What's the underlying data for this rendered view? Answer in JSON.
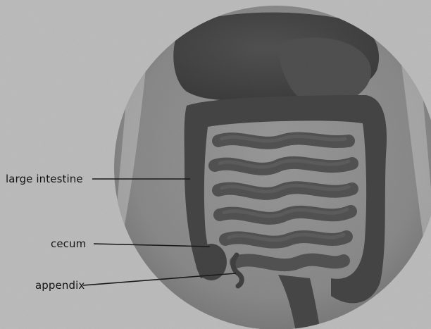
{
  "labels": {
    "large_intestine": "large intestine",
    "cecum": "cecum",
    "appendix": "appendix"
  },
  "colors": {
    "background": "#c9c9c9",
    "circle_fill": "#8a8a8a",
    "organ_dark": "#2e2e2e",
    "organ_mid": "#4a4a4a",
    "leader_line": "#1a1a1a",
    "label_text": "#141414"
  }
}
